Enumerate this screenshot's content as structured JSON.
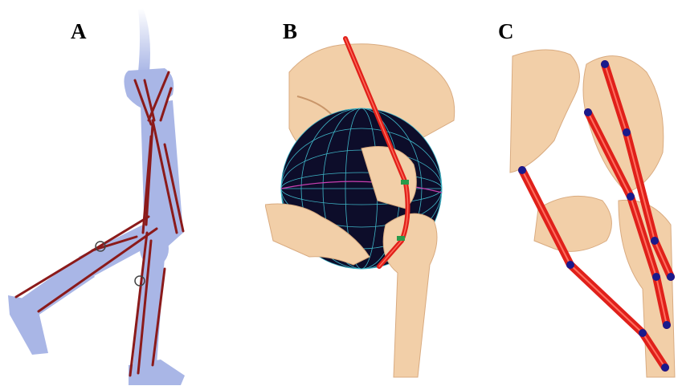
{
  "figure": {
    "panels": [
      {
        "label": "A"
      },
      {
        "label": "B"
      },
      {
        "label": "C"
      }
    ]
  },
  "colors": {
    "body_silhouette": "#a9b6e6",
    "muscle_line": "#8b1a1a",
    "bone": "#f2cfa8",
    "muscle_tube": "#e0201a",
    "node": "#1a1a8c",
    "wrap_sphere": "#0d0d2a",
    "mesh": "#3fb6c8"
  }
}
